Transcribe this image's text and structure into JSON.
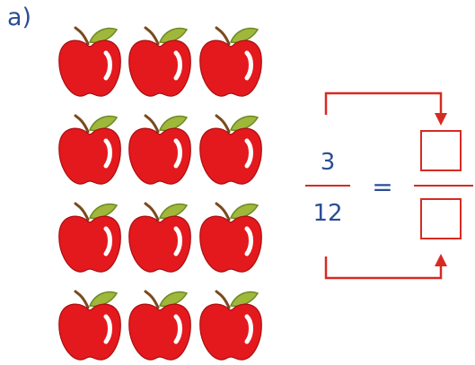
{
  "label": "a)",
  "apples": {
    "rows": 4,
    "columns": 3,
    "count": 12,
    "icon": "apple-icon",
    "color": "#e4191d"
  },
  "fraction": {
    "numerator": "3",
    "denominator": "12",
    "equals": "=",
    "answer_numerator": "",
    "answer_denominator": ""
  },
  "colors": {
    "text": "#2c4d95",
    "arrow": "#d72a22",
    "apple": "#e4191d",
    "leaf": "#9fb83c"
  }
}
